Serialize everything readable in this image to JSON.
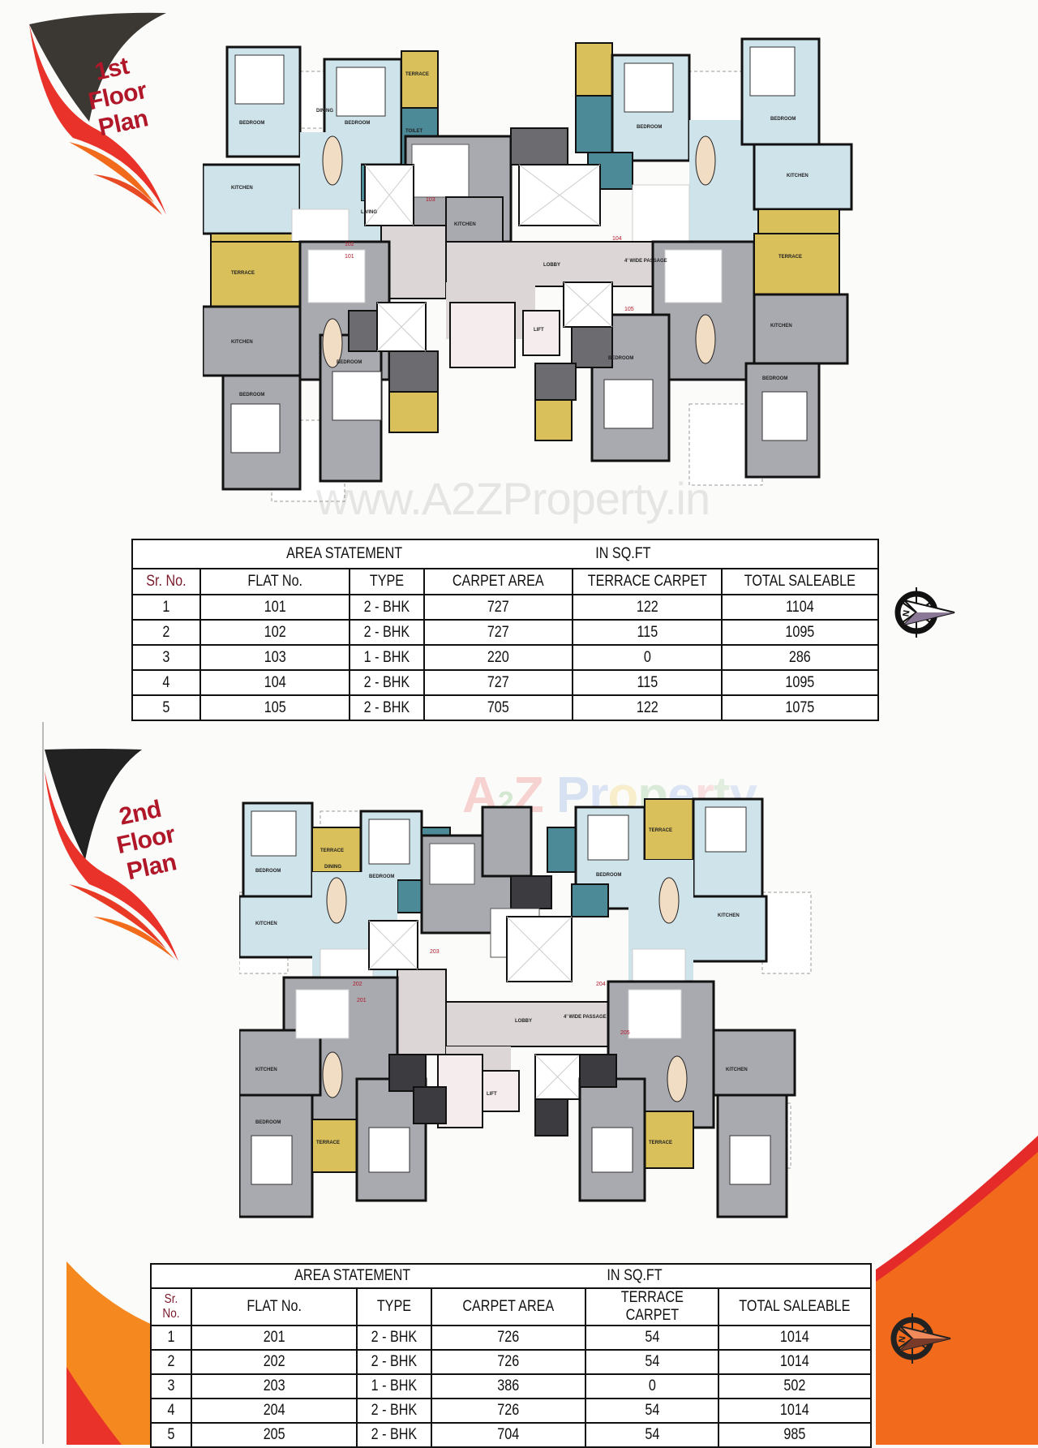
{
  "sections": [
    {
      "heading_line1": "1st Floor",
      "heading_line2": "Plan",
      "plan_flat_labels": [
        "101",
        "102",
        "103",
        "104",
        "105"
      ],
      "plan_common_labels": {
        "lobby": "LOBBY",
        "passage": "4' WIDE PASSAGE",
        "lift": "LIFT"
      },
      "table": {
        "title": "AREA STATEMENT",
        "unit": "IN SQ.FT",
        "columns": [
          "Sr. No.",
          "FLAT No.",
          "TYPE",
          "CARPET AREA",
          "TERRACE CARPET",
          "TOTAL SALEABLE"
        ],
        "rows": [
          [
            "1",
            "101",
            "2 - BHK",
            "727",
            "122",
            "1104"
          ],
          [
            "2",
            "102",
            "2 - BHK",
            "727",
            "115",
            "1095"
          ],
          [
            "3",
            "103",
            "1 - BHK",
            "220",
            "0",
            "286"
          ],
          [
            "4",
            "104",
            "2 - BHK",
            "727",
            "115",
            "1095"
          ],
          [
            "5",
            "105",
            "2 - BHK",
            "705",
            "122",
            "1075"
          ]
        ]
      },
      "compass_icon": "north-compass-icon"
    },
    {
      "heading_line1": "2nd Floor",
      "heading_line2": "Plan",
      "plan_flat_labels": [
        "201",
        "202",
        "203",
        "204",
        "205"
      ],
      "plan_common_labels": {
        "lobby": "LOBBY",
        "passage": "4' WIDE PASSAGE",
        "lift": "LIFT"
      },
      "table": {
        "title": "AREA STATEMENT",
        "unit": "IN SQ.FT",
        "columns": [
          "Sr. No.",
          "FLAT No.",
          "TYPE",
          "CARPET AREA",
          "TERRACE CARPET",
          "TOTAL SALEABLE"
        ],
        "rows": [
          [
            "1",
            "201",
            "2 - BHK",
            "726",
            "54",
            "1014"
          ],
          [
            "2",
            "202",
            "2 - BHK",
            "726",
            "54",
            "1014"
          ],
          [
            "3",
            "203",
            "1 - BHK",
            "386",
            "0",
            "502"
          ],
          [
            "4",
            "204",
            "2 - BHK",
            "726",
            "54",
            "1014"
          ],
          [
            "5",
            "205",
            "2 - BHK",
            "704",
            "54",
            "985"
          ]
        ]
      },
      "compass_icon": "north-compass-icon"
    }
  ],
  "room_labels": {
    "bedroom": "BEDROOM",
    "dining": "DINING",
    "kitchen": "KITCHEN",
    "living": "LIVING",
    "terrace": "TERRACE",
    "toilet": "TOILET"
  },
  "watermarks": {
    "url": "www.A2ZProperty.in",
    "logo": [
      "A",
      "2",
      "Z",
      " ",
      "P",
      "r",
      "o",
      "p",
      "e",
      "r",
      "t",
      "y"
    ]
  },
  "colors": {
    "heading_red": "#b0182a",
    "swoosh_orange": "#f26a1b",
    "swoosh_red": "#e52a2a",
    "swoosh_dark": "#3b3833",
    "room_light_blue": "#cfe3ea",
    "room_grey": "#a9aab0",
    "terrace_yellow": "#d9c05a",
    "toilet_teal": "#4d8a98",
    "toilet_dark": "#6b6b70",
    "lobby_pattern": "#dcd6d6"
  }
}
